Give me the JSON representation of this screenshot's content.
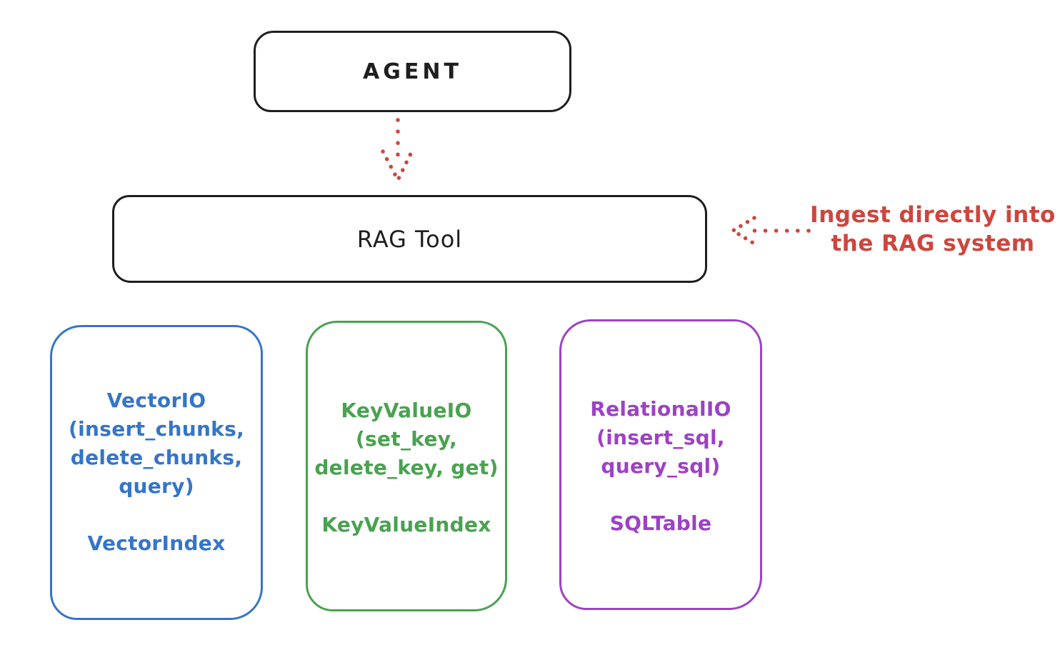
{
  "colors": {
    "ink": "#1e1e1e",
    "red": "#cd463e",
    "blue": "#3575c8",
    "green": "#49a24f",
    "purple": "#9d41c6"
  },
  "nodes": {
    "agent": {
      "label": "AGENT"
    },
    "rag_tool": {
      "label": "RAG Tool"
    }
  },
  "annotation": {
    "line1": "Ingest directly into",
    "line2": "the RAG system"
  },
  "backends": [
    {
      "name": "vector-io",
      "color": "#3575c8",
      "lines": [
        "VectorIO",
        "(insert_chunks,",
        "delete_chunks,",
        "query)"
      ],
      "index_label": "VectorIndex"
    },
    {
      "name": "keyvalue-io",
      "color": "#49a24f",
      "lines": [
        "KeyValueIO",
        "(set_key,",
        "delete_key, get)"
      ],
      "index_label": "KeyValueIndex"
    },
    {
      "name": "relational-io",
      "color": "#9d41c6",
      "lines": [
        "RelationalIO",
        "(insert_sql,",
        "query_sql)"
      ],
      "index_label": "SQLTable"
    }
  ]
}
